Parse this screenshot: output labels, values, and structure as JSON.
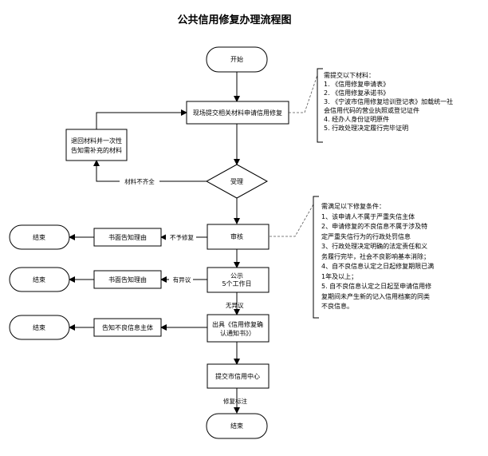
{
  "title": "公共信用修复办理流程图",
  "nodes": {
    "start": "开始",
    "submit": "现场提交相关材料申请信用修复",
    "return_materials": [
      "退回材料并一次性",
      "告知需补充的材料"
    ],
    "accept": "受理",
    "review": "审核",
    "publicity": [
      "公示",
      "5个工作日"
    ],
    "issue": [
      "出具《信用修复确",
      "认通知书》）"
    ],
    "submit_city": "提交市信用中心",
    "end": "结束",
    "notify_reason_1": "书面告知理由",
    "notify_reason_2": "书面告知理由",
    "notify_subject": "告知不良信息主体",
    "end_left_1": "结束",
    "end_left_2": "结束",
    "end_left_3": "结束"
  },
  "edge_labels": {
    "incomplete": "材料不齐全",
    "not_repair": "不予修复",
    "objection": "有异议",
    "no_objection": "无异议",
    "repair_mark": "修复标注"
  },
  "materials_note": {
    "heading": "需提交以下材料：",
    "items": [
      "1. 《信用修复申请表》",
      "2. 《信用修复承诺书》",
      "3. 《宁波市信用修复培训登记表》加载统一社",
      "会信用代码的营业执照或登记证件",
      "4. 经办人身份证明原件",
      "5. 行政处理决定履行完毕证明"
    ]
  },
  "conditions_note": {
    "heading": "需满足以下修复条件：",
    "items": [
      "1、该申请人不属于严重失信主体",
      "2、申请修复的不良信息不属于涉及特",
      "定严重失信行为的行政处罚信息",
      "3、行政处理决定明确的法定责任和义",
      "务履行完毕，社会不良影响基本消除；",
      "4、自不良信息认定之日起修复期限已满",
      "1年及以上；",
      "5. 自不良信息认定之日起至申请信用修",
      "复期间未产生新的记入信用档案的同类",
      "不良信息。"
    ]
  },
  "colors": {
    "line": "#000000",
    "fill": "#ffffff"
  }
}
